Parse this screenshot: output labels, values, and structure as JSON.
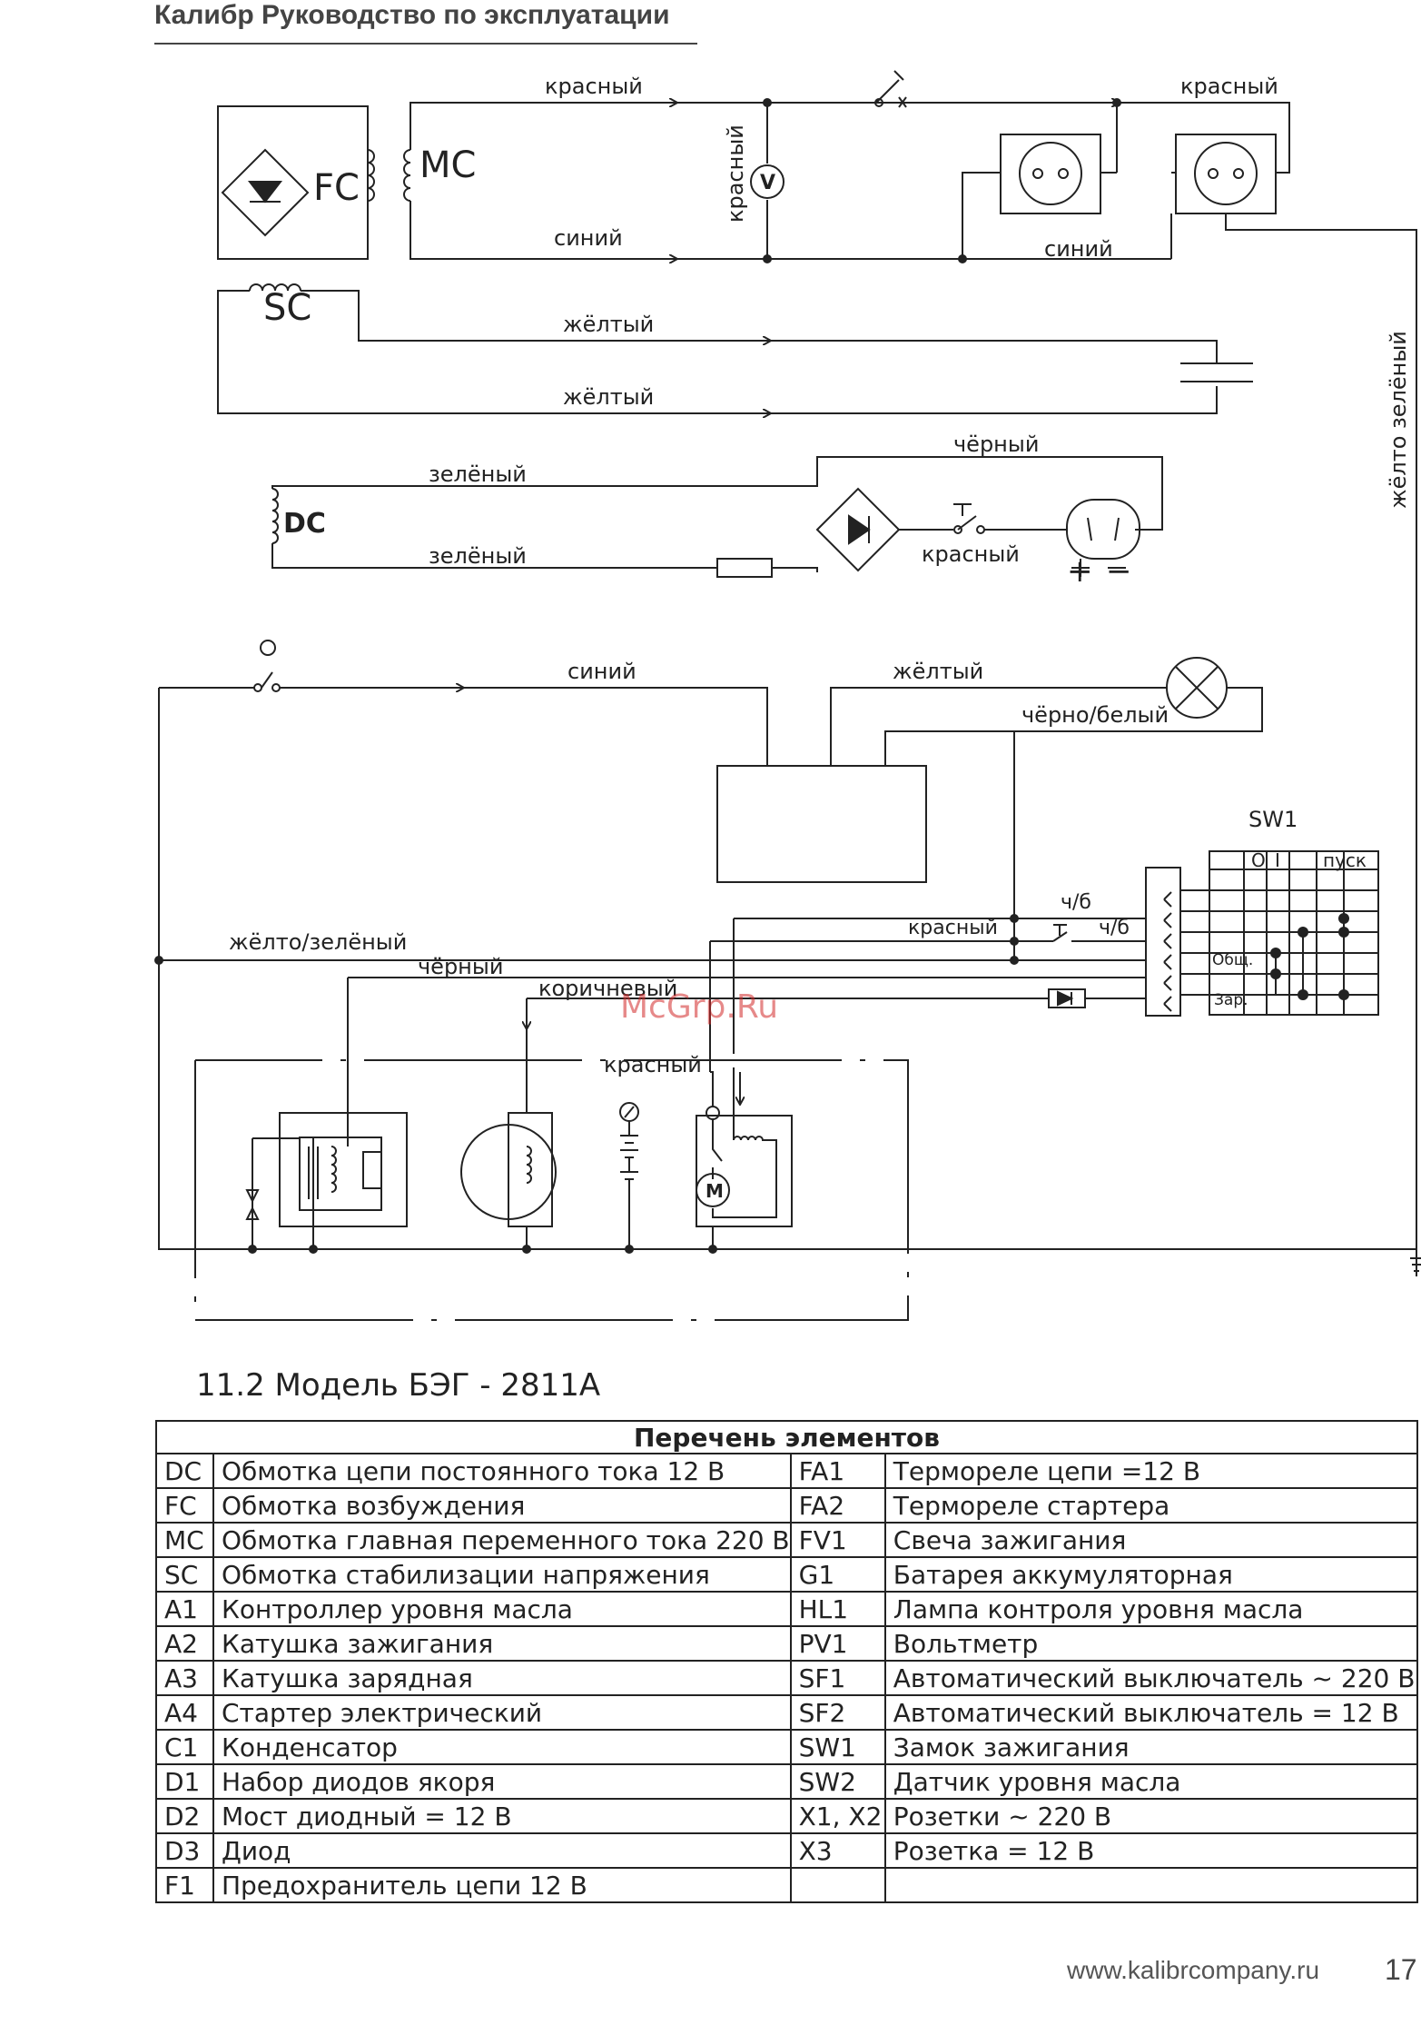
{
  "header": {
    "title": "Калибр Руководство по эксплуатации"
  },
  "diagram": {
    "symbols": {
      "fc": "FC",
      "mc": "MC",
      "sc": "SC",
      "dc": "DC",
      "voltmeter": "V",
      "motor": "M"
    },
    "wires": {
      "red_top_left": "красный",
      "red_top_right": "красный",
      "red_vertical": "красный",
      "blue_mc": "синий",
      "blue_sockets": "синий",
      "yellow_1": "жёлтый",
      "yellow_2": "жёлтый",
      "yellow_green_vertical": "жёлто зелёный",
      "green_dc_1": "зелёный",
      "green_dc_2": "зелёный",
      "black_dc": "чёрный",
      "red_dc": "красный",
      "blue_lower": "синий",
      "yellow_lamp": "жёлтый",
      "black_white": "чёрно/белый",
      "chb_1": "ч/б",
      "chb_2": "ч/б",
      "red_sw": "красный",
      "yellow_green_lower": "жёлто/зелёный",
      "black_lower": "чёрный",
      "brown": "коричневый",
      "red_starter": "красный"
    },
    "polarity": {
      "plus": "+",
      "minus": "−"
    },
    "sw1": {
      "title": "SW1",
      "columns": [
        "О",
        "I",
        "пуск"
      ],
      "rows": [
        "Общ.",
        "Зар."
      ]
    }
  },
  "watermark": "McGrp.Ru",
  "model_title": "11.2 Модель БЭГ - 2811А",
  "element_list": {
    "caption": "Перечень элементов",
    "rows": [
      [
        "DC",
        "Обмотка цепи постоянного тока 12 В",
        "FA1",
        "Термореле цепи =12 В"
      ],
      [
        "FC",
        "Обмотка возбуждения",
        "FA2",
        "Термореле стартера"
      ],
      [
        "MC",
        "Обмотка главная переменного тока 220 В",
        "FV1",
        "Свеча зажигания"
      ],
      [
        "SC",
        "Обмотка стабилизации напряжения",
        "G1",
        "Батарея аккумуляторная"
      ],
      [
        "A1",
        "Контроллер уровня масла",
        "HL1",
        "Лампа контроля уровня масла"
      ],
      [
        "A2",
        "Катушка зажигания",
        "PV1",
        "Вольтметр"
      ],
      [
        "A3",
        "Катушка зарядная",
        "SF1",
        "Автоматический выключатель ~ 220 В"
      ],
      [
        "A4",
        "Стартер электрический",
        "SF2",
        "Автоматический выключатель = 12 В"
      ],
      [
        "C1",
        "Конденсатор",
        "SW1",
        "Замок зажигания"
      ],
      [
        "D1",
        "Набор диодов якоря",
        "SW2",
        "Датчик уровня масла"
      ],
      [
        "D2",
        "Мост диодный = 12 В",
        "X1, X2",
        "Розетки ~ 220 В"
      ],
      [
        "D3",
        "Диод",
        "X3",
        "Розетка = 12 В"
      ],
      [
        "F1",
        "Предохранитель цепи 12 В",
        "",
        ""
      ]
    ]
  },
  "footer": {
    "url": "www.kalibrcompany.ru",
    "page": "17"
  }
}
